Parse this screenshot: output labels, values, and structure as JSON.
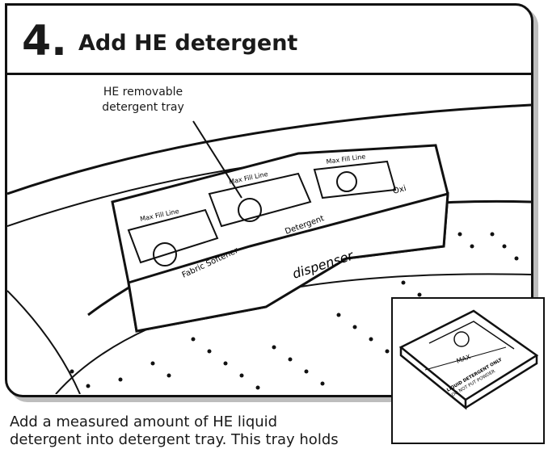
{
  "step": {
    "number": "4.",
    "title": "Add HE detergent"
  },
  "callout": {
    "line1": "HE removable",
    "line2": "detergent tray"
  },
  "tray_labels": {
    "max_fill_left": "Max Fill Line",
    "max_fill_center": "Max Fill Line",
    "max_fill_right": "Max Fill Line",
    "fabric_softener": "Fabric Softener",
    "detergent": "Detergent",
    "oxi": "Oxi",
    "dispenser": "dispenser"
  },
  "inset": {
    "max_label": "MAX",
    "warning_line1": "LIQUID DETERGENT ONLY",
    "warning_line2": "DO NOT PUT POWDER"
  },
  "body": {
    "line1": "Add a measured amount of HE liquid",
    "line2": "detergent into detergent tray. This tray holds"
  },
  "colors": {
    "ink": "#111111",
    "shadow": "#bdbdbd",
    "background": "#ffffff"
  }
}
